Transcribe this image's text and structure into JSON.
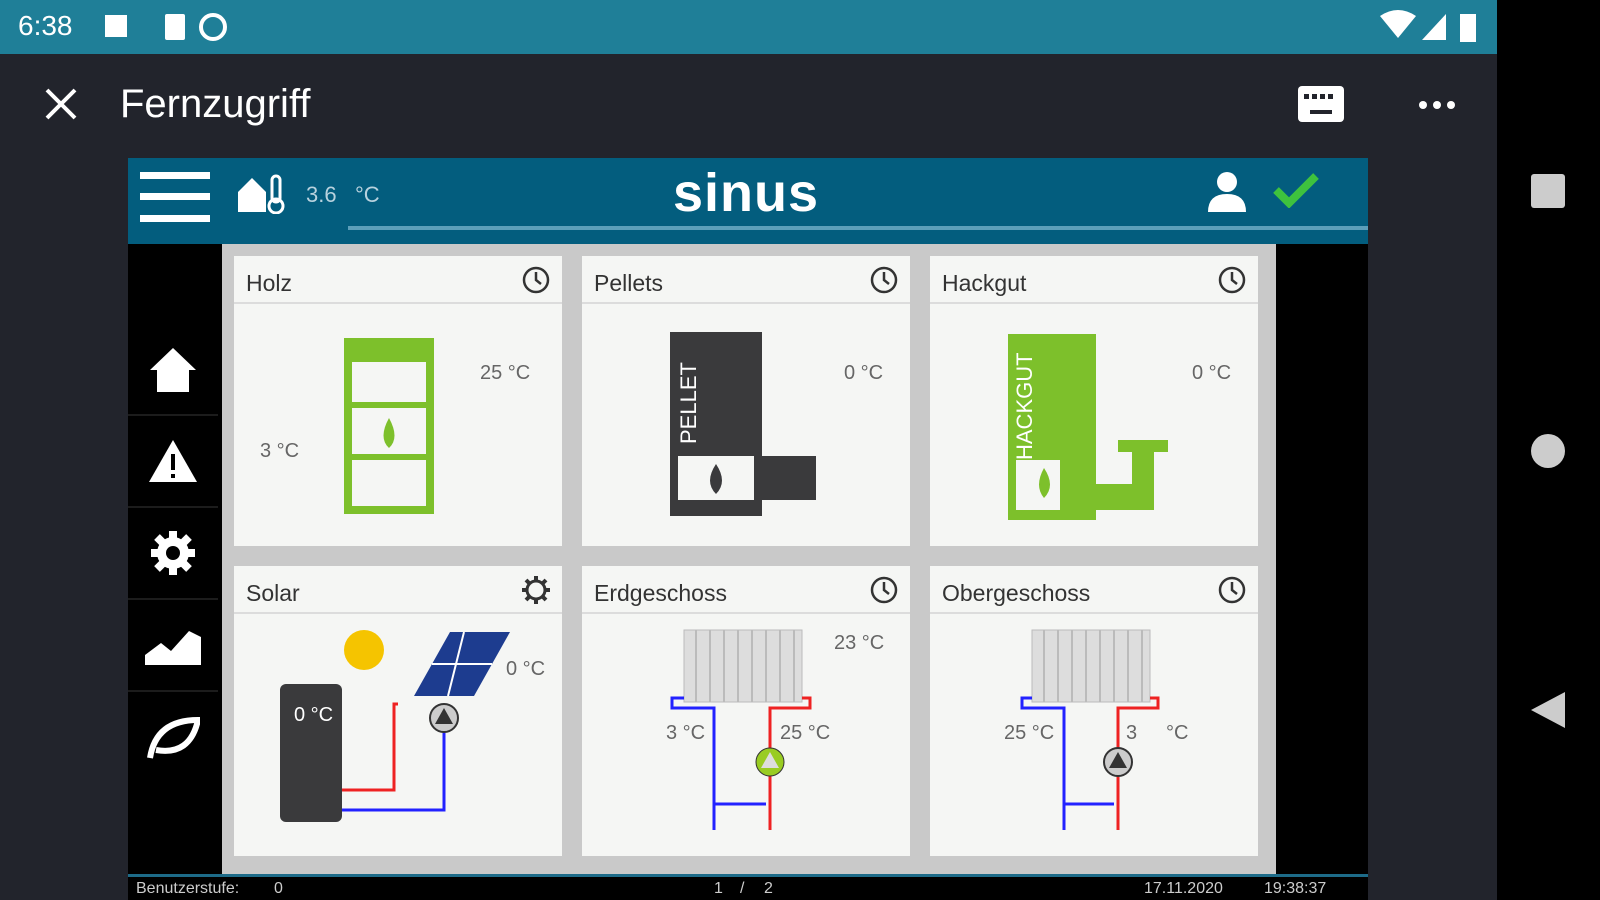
{
  "status_bar": {
    "time": "6:38"
  },
  "app_bar": {
    "title": "Fernzugriff"
  },
  "header": {
    "logo": "sinus",
    "outside_temp": "3.6",
    "outside_unit": "°C"
  },
  "tiles": [
    {
      "title": "Holz",
      "icon": "clock-icon",
      "temps": [
        "25 °C",
        "3 °C"
      ]
    },
    {
      "title": "Pellets",
      "icon": "clock-icon",
      "temps": [
        "0 °C"
      ],
      "label": "PELLET"
    },
    {
      "title": "Hackgut",
      "icon": "clock-icon",
      "temps": [
        "0 °C"
      ],
      "label": "HACKGUT"
    },
    {
      "title": "Solar",
      "icon": "gear-icon",
      "temps": [
        "0 °C",
        "0 °C"
      ]
    },
    {
      "title": "Erdgeschoss",
      "icon": "clock-icon",
      "temps": [
        "23 °C",
        "3 °C",
        "25 °C"
      ]
    },
    {
      "title": "Obergeschoss",
      "icon": "clock-icon",
      "temps": [
        "25 °C",
        "3",
        "°C"
      ]
    }
  ],
  "footer": {
    "user_level_label": "Benutzerstufe:",
    "user_level": "0",
    "page": "1",
    "page_sep": "/",
    "pages": "2",
    "date": "17.11.2020",
    "time": "19:38:37"
  },
  "colors": {
    "green": "#7dc02b",
    "header": "#035d7e",
    "status": "#1f7f98"
  }
}
